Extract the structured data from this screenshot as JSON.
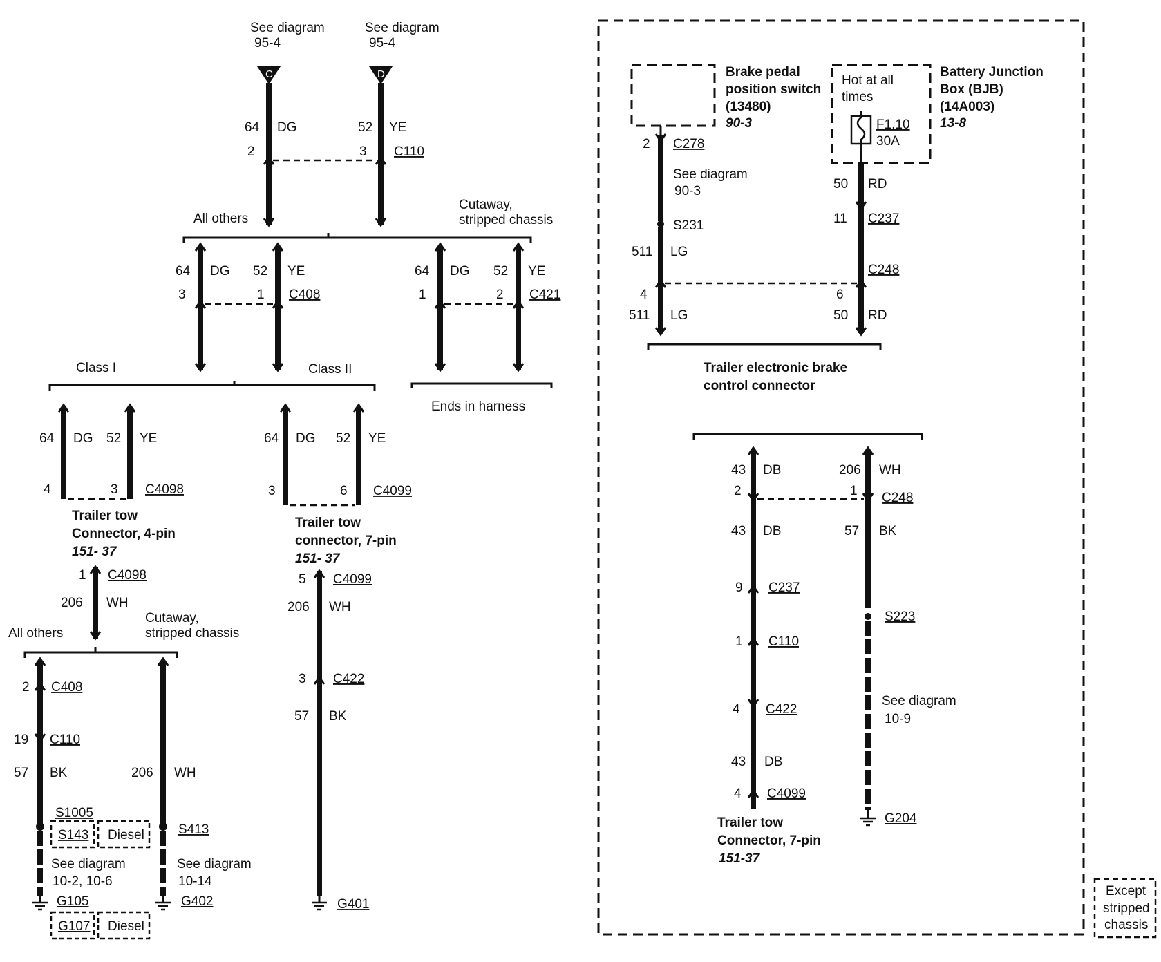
{
  "diagram": {
    "colors": {
      "ink": "#111111",
      "background": "#ffffff"
    },
    "icons": [
      "ground-icon",
      "fuse-icon",
      "splice-dot-icon",
      "connector-pin-icon",
      "reference-triangle-icon"
    ],
    "refs": [
      {
        "line1": "See diagram",
        "line2": "95-4",
        "letter": "C"
      },
      {
        "line1": "See diagram",
        "line2": "95-4",
        "letter": "D"
      }
    ],
    "top": {
      "c_pin": "64",
      "c_color": "DG",
      "c_cavity": "2",
      "d_pin": "52",
      "d_color": "YE",
      "d_cavity": "3",
      "connector": "C110"
    },
    "branch": {
      "all_others": "All others",
      "cutaway_l1": "Cutaway,",
      "cutaway_l2": "stripped chassis"
    },
    "c408_block": {
      "w1_pin": "64",
      "w1_color": "DG",
      "w1_cavity": "3",
      "w2_pin": "52",
      "w2_color": "YE",
      "w2_cavity": "1",
      "connector": "C408"
    },
    "c421_block": {
      "w1_pin": "64",
      "w1_color": "DG",
      "w1_cavity": "1",
      "w2_pin": "52",
      "w2_color": "YE",
      "w2_cavity": "2",
      "connector": "C421"
    },
    "class_labels": {
      "class1": "Class I",
      "class2": "Class II",
      "ends": "Ends in harness"
    },
    "c4098_block": {
      "w1_pin": "64",
      "w1_color": "DG",
      "w1_cavity": "4",
      "w2_pin": "52",
      "w2_color": "YE",
      "w2_cavity": "3",
      "connector": "C4098",
      "title_l1": "Trailer tow",
      "title_l2": "Connector, 4-pin",
      "ref": "151- 37"
    },
    "c4099_block": {
      "w1_pin": "64",
      "w1_color": "DG",
      "w1_cavity": "3",
      "w2_pin": "52",
      "w2_color": "YE",
      "w2_cavity": "6",
      "connector": "C4099",
      "title_l1": "Trailer tow",
      "title_l2": "connector, 7-pin",
      "ref": "151- 37"
    },
    "ground_4pin": {
      "cavity": "1",
      "connector": "C4098",
      "pin": "206",
      "color": "WH",
      "all_others": "All others",
      "cutaway_l1": "Cutaway,",
      "cutaway_l2": "stripped chassis",
      "left": {
        "c408_cav": "2",
        "c408": "C408",
        "c110_cav": "19",
        "c110": "C110",
        "pin": "57",
        "color": "BK",
        "splice1": "S1005",
        "splice2": "S143",
        "diesel": "Diesel",
        "see_l1": "See diagram",
        "see_l2": "10-2, 10-6",
        "ground1": "G105",
        "ground2": "G107",
        "diesel2": "Diesel"
      },
      "right": {
        "pin": "206",
        "color": "WH",
        "splice": "S413",
        "see_l1": "See diagram",
        "see_l2": "10-14",
        "ground": "G402"
      }
    },
    "ground_7pin": {
      "cavity": "5",
      "connector": "C4099",
      "pin": "206",
      "color": "WH",
      "c422_cav": "3",
      "c422": "C422",
      "pin2": "57",
      "color2": "BK",
      "ground": "G401"
    },
    "stripped_section": {
      "label_l1": "Except",
      "label_l2": "stripped",
      "label_l3": "chassis",
      "brake_switch": {
        "l1": "Brake pedal",
        "l2": "position switch",
        "l3": "(13480)",
        "ref": "90-3",
        "cavity": "2",
        "connector": "C278",
        "see_l1": "See diagram",
        "see_l2": "90-3",
        "splice": "S231",
        "pin": "511",
        "color": "LG"
      },
      "bjb": {
        "l1": "Battery Junction",
        "l2": "Box (BJB)",
        "l3": "(14A003)",
        "ref": "13-8",
        "hot_l1": "Hot at all",
        "hot_l2": "times",
        "fuse": "F1.10",
        "amps": "30A",
        "pin": "50",
        "color": "RD",
        "c237_cav": "11",
        "c237": "C237",
        "c248": "C248"
      },
      "brake_connector": {
        "lg_cavity": "4",
        "lg_pin": "511",
        "lg_color": "LG",
        "rd_cavity": "6",
        "rd_pin": "50",
        "rd_color": "RD",
        "title_l1": "Trailer electronic brake",
        "title_l2": "control connector"
      },
      "lower": {
        "db_pin": "43",
        "db_color": "DB",
        "db_cavity": "2",
        "wh_pin": "206",
        "wh_color": "WH",
        "wh_cavity": "1",
        "connector": "C248",
        "db_pin2": "43",
        "db_color2": "DB",
        "bk_pin": "57",
        "bk_color": "BK",
        "c237_cav": "9",
        "c237": "C237",
        "c110_cav": "1",
        "c110": "C110",
        "s223": "S223",
        "c422_cav": "4",
        "c422": "C422",
        "see_l1": "See diagram",
        "see_l2": "10-9",
        "db_pin3": "43",
        "db_color3": "DB",
        "c4099_cav": "4",
        "c4099": "C4099",
        "g204": "G204",
        "title_l1": "Trailer tow",
        "title_l2": "Connector, 7-pin",
        "ref": "151-37"
      }
    }
  }
}
